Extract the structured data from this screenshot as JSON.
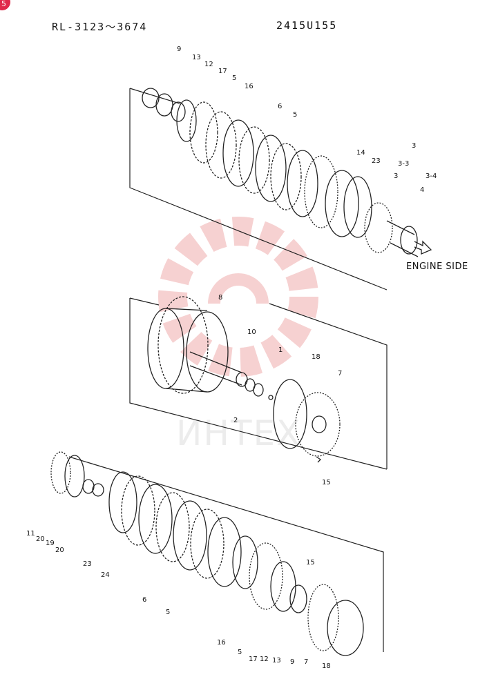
{
  "header": {
    "left_code": "RL-3123〜3674",
    "right_code": "2415U155",
    "corner_badge": "5"
  },
  "direction_label": "ENGINE SIDE",
  "watermark": {
    "text": "ИНТЕХ",
    "logo": "gear-logo-icon"
  },
  "callouts": {
    "top": [
      "9",
      "13",
      "12",
      "17",
      "5",
      "16",
      "6",
      "5",
      "14",
      "23",
      "3",
      "3-3",
      "3-4",
      "3",
      "4"
    ],
    "middle": [
      "8",
      "10",
      "1",
      "18",
      "7",
      "2",
      "15"
    ],
    "bottom": [
      "11",
      "20",
      "19",
      "20",
      "23",
      "24",
      "6",
      "5",
      "16",
      "5",
      "17",
      "12",
      "13",
      "9",
      "7",
      "18",
      "15"
    ]
  },
  "colors": {
    "ink": "#111111",
    "watermark": "#f3c2c2",
    "badge": "#e02a4a"
  }
}
